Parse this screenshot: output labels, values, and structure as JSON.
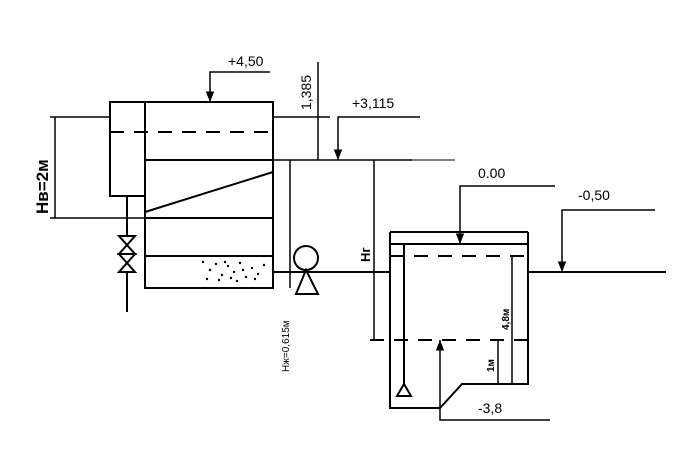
{
  "elevations": {
    "top_tank": "+4,50",
    "water_level_upper": "+3,115",
    "ground": "0.00",
    "lower_tank_water": "-0,50",
    "lower_tank_bottom": "-3,8"
  },
  "dimensions": {
    "upper_gap": "1,385",
    "hv": "Нв=2м",
    "hg": "Нг",
    "hzh": "Нж=0,615м",
    "lower_depth": "4,8м",
    "lower_bottom_gap": "1м"
  }
}
